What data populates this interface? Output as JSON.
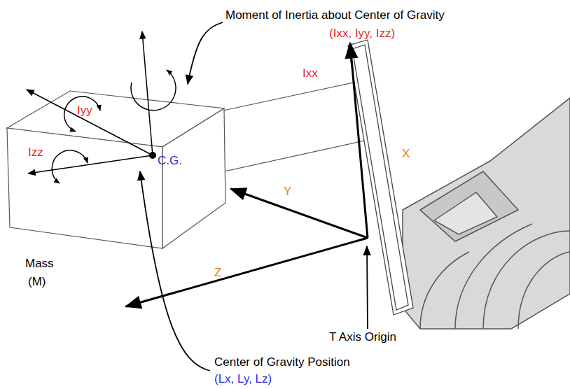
{
  "diagram": {
    "labels": [
      "Moment of Inertia about Center of Gravity",
      "(Ixx, Iyy, Izz)",
      "Ixx",
      "Iyy",
      "Izz",
      "C.G.",
      "X",
      "Y",
      "Z",
      "Mass",
      "(M)",
      "T Axis Origin",
      "Center of Gravity Position",
      "(Lx, Ly, Lz)"
    ]
  }
}
